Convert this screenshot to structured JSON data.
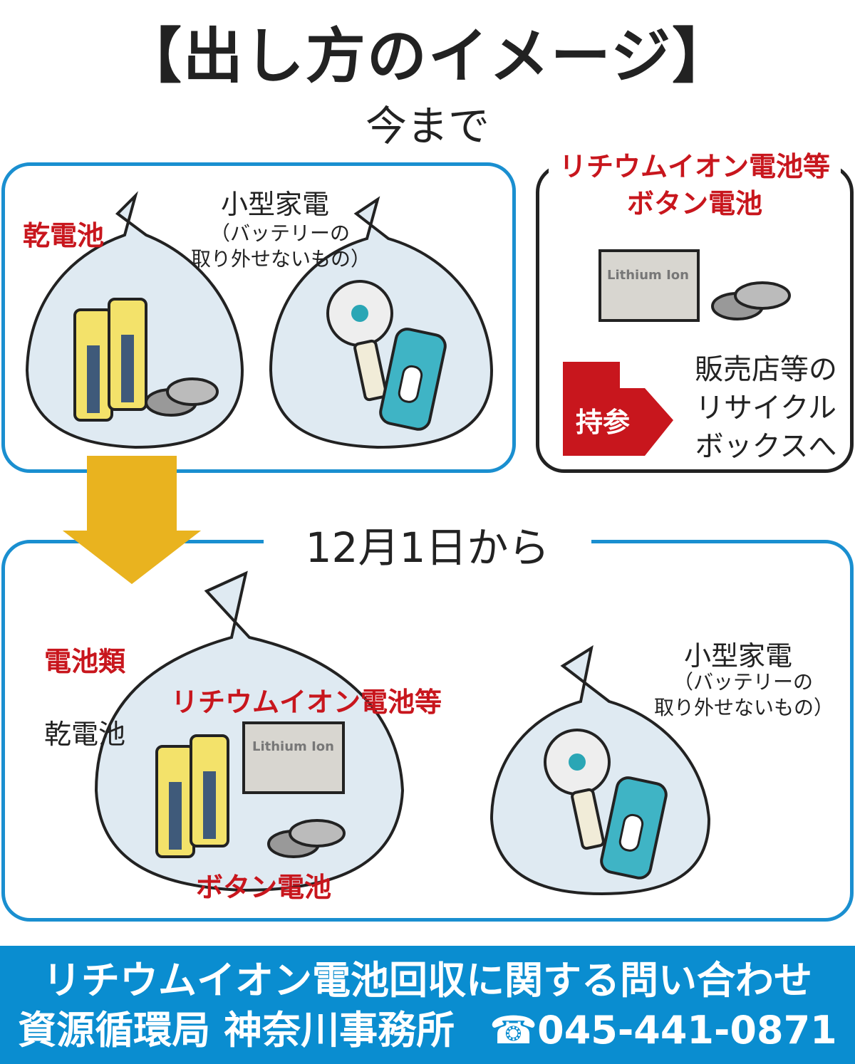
{
  "title": "【出し方のイメージ】",
  "before": {
    "heading": "今まで",
    "dry_battery_label": "乾電池",
    "appliance_label": "小型家電",
    "appliance_note_1": "（バッテリーの",
    "appliance_note_2": "取り外せないもの）"
  },
  "special": {
    "title_1": "リチウムイオン電池等",
    "title_2": "ボタン電池",
    "battery_text": "Lithium Ion",
    "arrow_label": "持参",
    "destination_1": "販売店等の",
    "destination_2": "リサイクル",
    "destination_3": "ボックスへ"
  },
  "after": {
    "heading": "12月1日から",
    "battery_category": "電池類",
    "dry_battery_label": "乾電池",
    "lithium_label": "リチウムイオン電池等",
    "button_label": "ボタン電池",
    "battery_text": "Lithium Ion",
    "appliance_label": "小型家電",
    "appliance_note_1": "（バッテリーの",
    "appliance_note_2": "取り外せないもの）"
  },
  "contact": {
    "line1": "リチウムイオン電池回収に関する問い合わせ",
    "office": "資源循環局 神奈川事務所",
    "phone_icon": "telephone-icon",
    "phone": "045-441-0871"
  },
  "colors": {
    "blue": "#1a8fd0",
    "red": "#c8161d",
    "yellow": "#e9b31f",
    "banner": "#0a8dd0"
  }
}
